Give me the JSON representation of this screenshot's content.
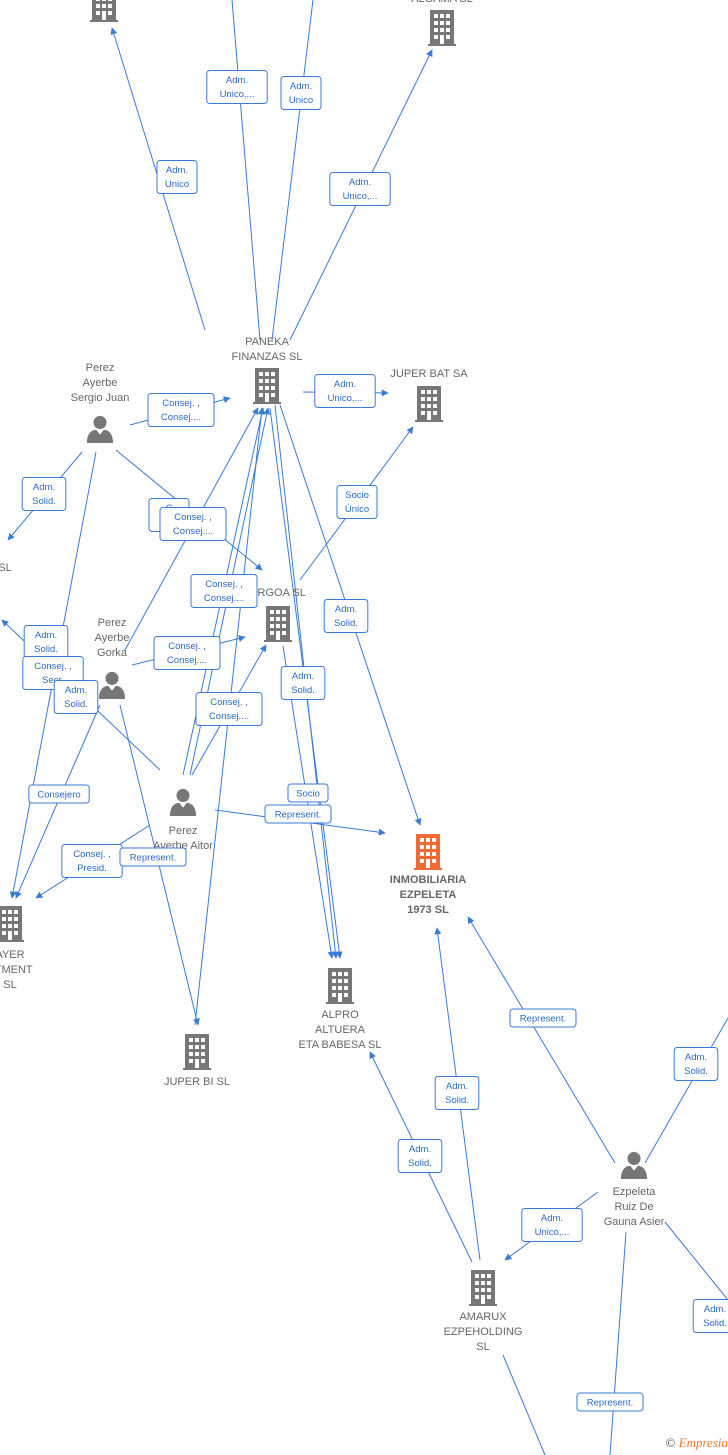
{
  "colors": {
    "edge": "#3a7bd5",
    "building": "#777777",
    "highlight": "#f06a35",
    "person": "#777777",
    "label": "#666666"
  },
  "nodes": [
    {
      "id": "top1",
      "type": "company",
      "lines": []
    },
    {
      "id": "top2",
      "type": "company",
      "lines": [
        "ALGAMA SL"
      ]
    },
    {
      "id": "paneka",
      "type": "company",
      "lines": [
        "PANEKA",
        "FINANZAS  SL"
      ]
    },
    {
      "id": "juperbat",
      "type": "company",
      "lines": [
        "JUPER BAT SA"
      ]
    },
    {
      "id": "sergio",
      "type": "person",
      "lines": [
        "Perez",
        "Ayerbe",
        "Sergio Juan"
      ]
    },
    {
      "id": "leftsl",
      "type": "text",
      "lines": [
        "SL"
      ]
    },
    {
      "id": "ergoa",
      "type": "company",
      "lines": [
        "ERGOA SL"
      ]
    },
    {
      "id": "gorka",
      "type": "person",
      "lines": [
        "Perez",
        "Ayerbe",
        "Gorka"
      ]
    },
    {
      "id": "aitor",
      "type": "person",
      "lines": [
        "Perez",
        "Ayerbe Aitor"
      ]
    },
    {
      "id": "inmobiliaria",
      "type": "main",
      "lines": [
        "INMOBILIARIA",
        "EZPELETA",
        "1973  SL"
      ]
    },
    {
      "id": "ayer",
      "type": "company",
      "lines": [
        "AYER",
        "STMENT",
        "SL"
      ]
    },
    {
      "id": "alpro",
      "type": "company",
      "lines": [
        "ALPRO",
        "ALTUERA",
        "ETA BABESA  SL"
      ]
    },
    {
      "id": "juperbi",
      "type": "company",
      "lines": [
        "JUPER BI SL"
      ]
    },
    {
      "id": "asier",
      "type": "person",
      "lines": [
        "Ezpeleta",
        "Ruiz De",
        "Gauna Asier"
      ]
    },
    {
      "id": "amarux",
      "type": "company",
      "lines": [
        "AMARUX",
        "EZPEHOLDING",
        "SL"
      ]
    }
  ],
  "edge_labels": [
    {
      "id": "l1",
      "lines": [
        "Adm.",
        "Unico,..."
      ]
    },
    {
      "id": "l2",
      "lines": [
        "Adm.",
        "Unico"
      ]
    },
    {
      "id": "l3",
      "lines": [
        "Adm.",
        "Unico"
      ]
    },
    {
      "id": "l4",
      "lines": [
        "Adm.",
        "Unico,..."
      ]
    },
    {
      "id": "l5",
      "lines": [
        "Consej. ,",
        "Consej...."
      ]
    },
    {
      "id": "l6",
      "lines": [
        "Adm.",
        "Unico,..."
      ]
    },
    {
      "id": "l7",
      "lines": [
        "Adm.",
        "Solid."
      ]
    },
    {
      "id": "l8",
      "lines": [
        "Socio",
        "Único"
      ]
    },
    {
      "id": "l9",
      "lines": [
        "C",
        "C"
      ]
    },
    {
      "id": "l10",
      "lines": [
        "Consej. ,",
        "Consej...."
      ]
    },
    {
      "id": "l11",
      "lines": [
        "Consej. ,",
        "Consej...."
      ]
    },
    {
      "id": "l12",
      "lines": [
        "Adm.",
        "Solid."
      ]
    },
    {
      "id": "l13",
      "lines": [
        "Adm.",
        "Solid."
      ]
    },
    {
      "id": "l14",
      "lines": [
        "Consej. ,",
        "Secr."
      ]
    },
    {
      "id": "l15",
      "lines": [
        "Adm.",
        "Solid."
      ]
    },
    {
      "id": "l16",
      "lines": [
        "Consej. ,",
        "Consej...."
      ]
    },
    {
      "id": "l17",
      "lines": [
        "Adm.",
        "Solid."
      ]
    },
    {
      "id": "l18",
      "lines": [
        "Consej. ,",
        "Consej...."
      ]
    },
    {
      "id": "l19",
      "lines": [
        "Consejero"
      ]
    },
    {
      "id": "l20",
      "lines": [
        "Socio"
      ]
    },
    {
      "id": "l21",
      "lines": [
        "Represent."
      ]
    },
    {
      "id": "l22",
      "lines": [
        "Consej. ,",
        "Presid."
      ]
    },
    {
      "id": "l23",
      "lines": [
        "Represent."
      ]
    },
    {
      "id": "l24",
      "lines": [
        "Represent."
      ]
    },
    {
      "id": "l25",
      "lines": [
        "Adm.",
        "Solid."
      ]
    },
    {
      "id": "l26",
      "lines": [
        "Adm.",
        "Solid."
      ]
    },
    {
      "id": "l27",
      "lines": [
        "Adm.",
        "Solid."
      ]
    },
    {
      "id": "l28",
      "lines": [
        "Adm.",
        "Unico,..."
      ]
    },
    {
      "id": "l29",
      "lines": [
        "Adm.",
        "Solid."
      ]
    },
    {
      "id": "l30",
      "lines": [
        "Represent."
      ]
    }
  ],
  "footer": {
    "copyright": "©",
    "brand": "Empresia"
  }
}
